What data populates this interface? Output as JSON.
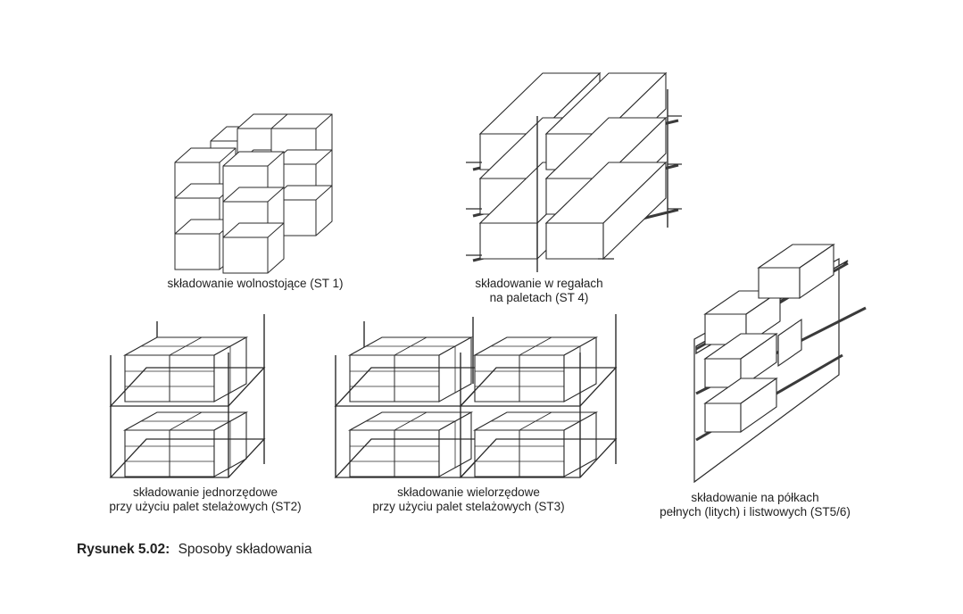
{
  "diagrams": [
    {
      "id": "st1",
      "caption_lines": [
        "składowanie wolnostojące (ST 1)"
      ]
    },
    {
      "id": "st4",
      "caption_lines": [
        "składowanie w regałach",
        "na paletach (ST 4)"
      ]
    },
    {
      "id": "st2",
      "caption_lines": [
        "składowanie jednorzędowe",
        "przy użyciu palet stelażowych (ST2)"
      ]
    },
    {
      "id": "st3",
      "caption_lines": [
        "składowanie wielorzędowe",
        "przy użyciu palet stelażowych (ST3)"
      ]
    },
    {
      "id": "st56",
      "caption_lines": [
        "składowanie na półkach",
        "pełnych (litych) i listwowych (ST5/6)"
      ]
    }
  ],
  "figure_caption": {
    "label": "Rysunek 5.02:",
    "text": "Sposoby składowania"
  },
  "colors": {
    "ink": "#2a2a2a",
    "paper": "#ffffff",
    "shelf": "#3a3a3a"
  }
}
